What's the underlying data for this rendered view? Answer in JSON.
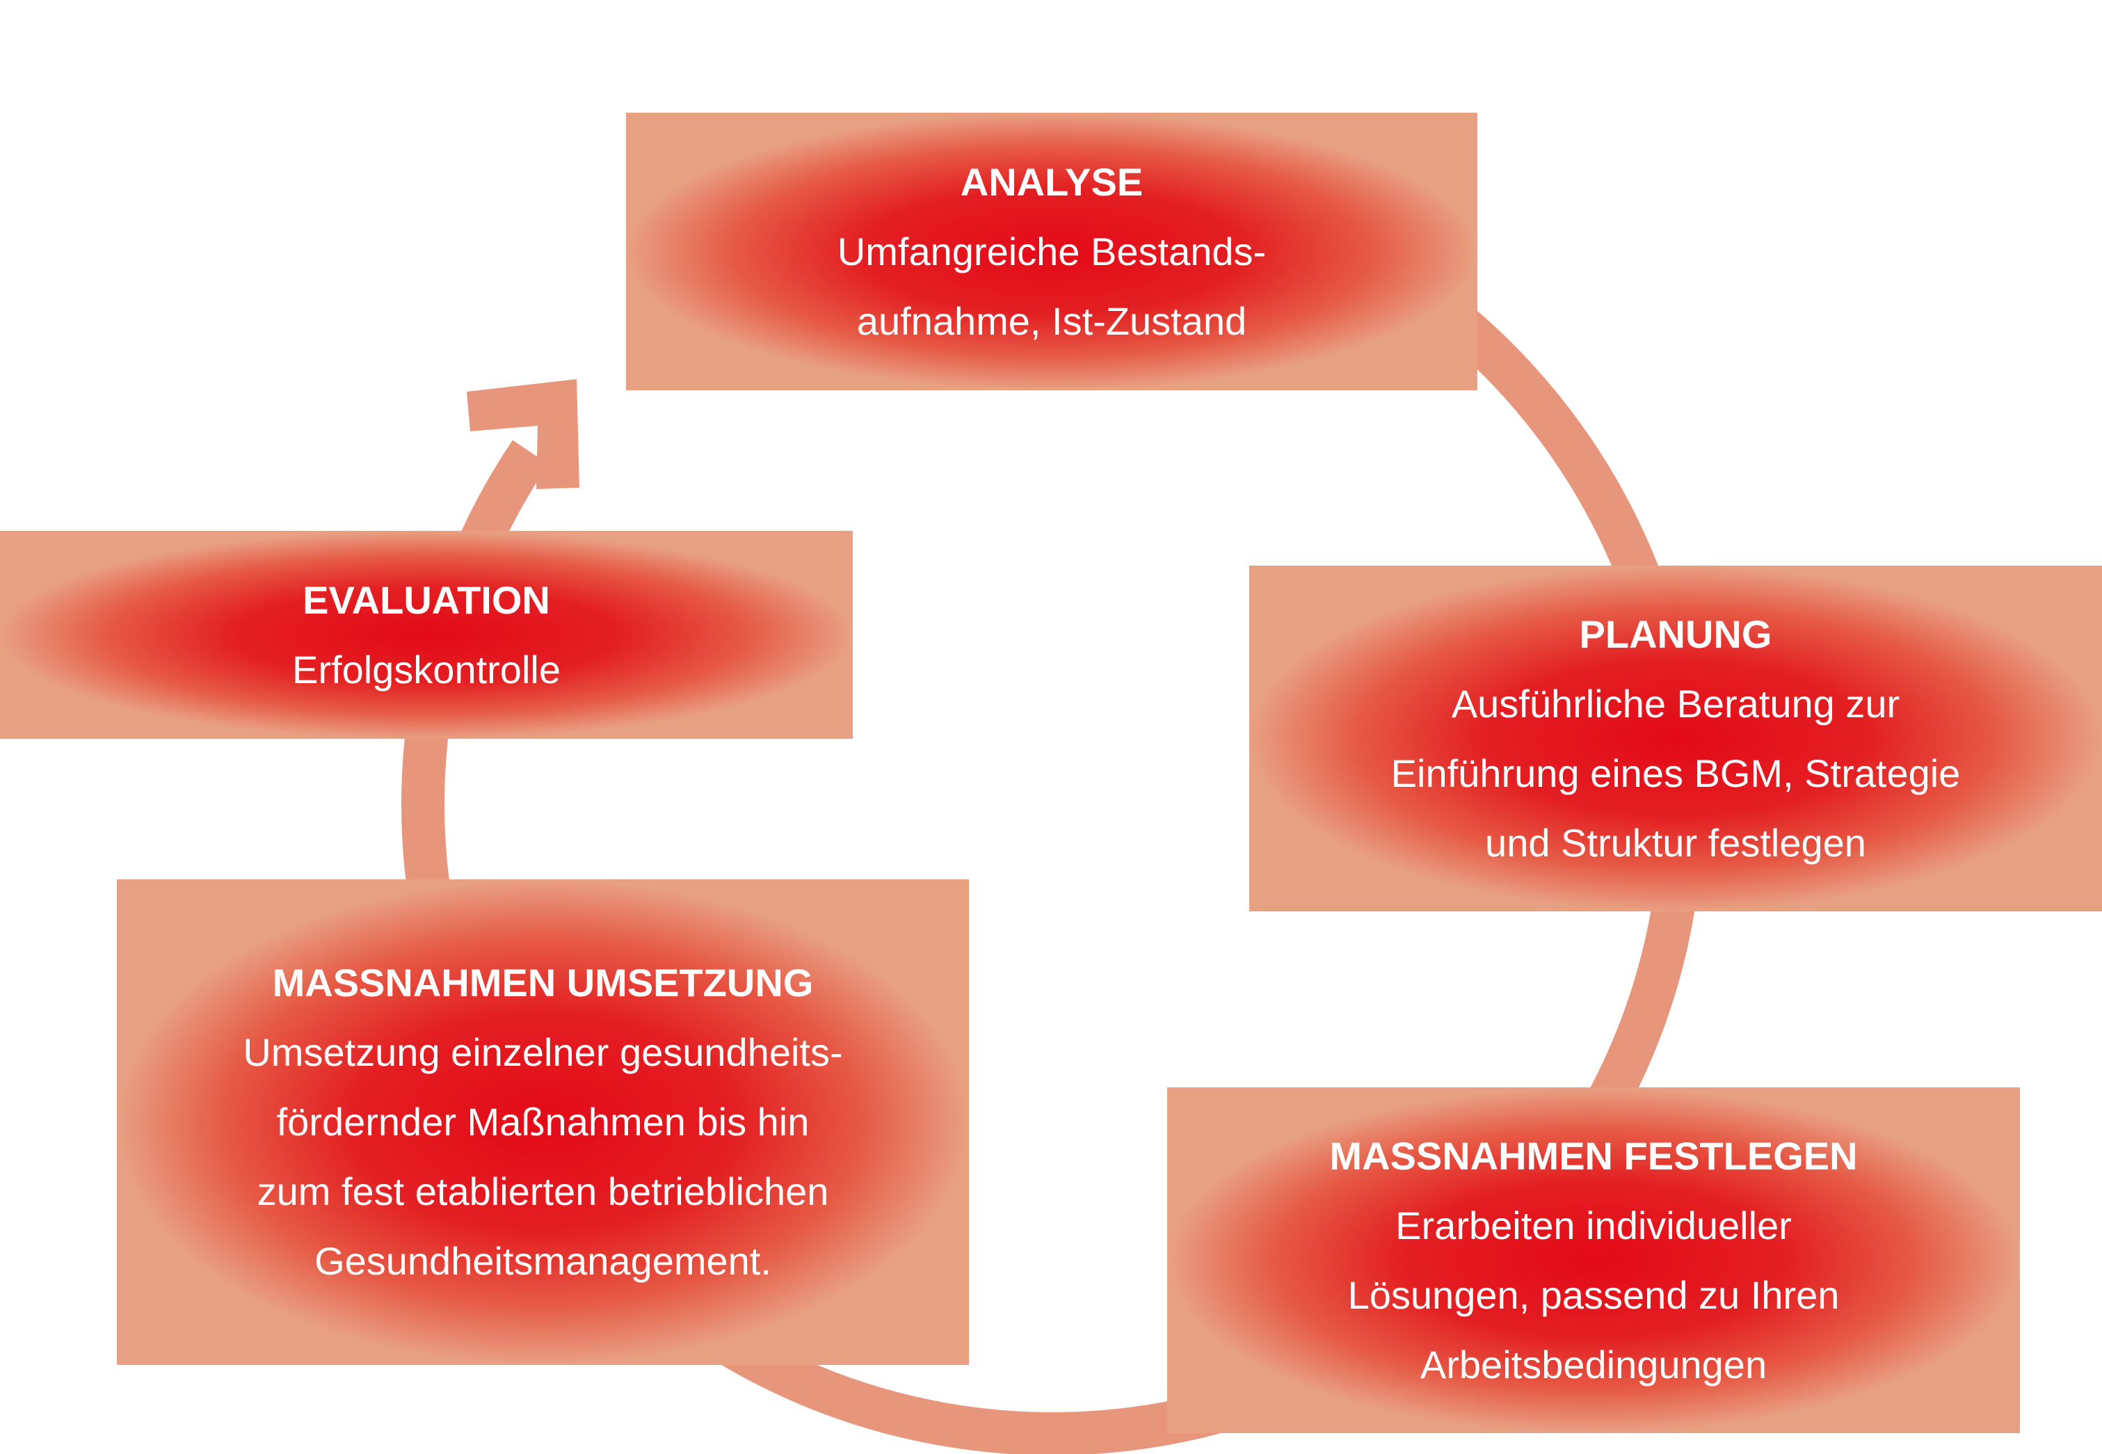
{
  "colors": {
    "arc": "#e8967b",
    "box_center": "#e30a18",
    "box_edge": "#e8a083"
  },
  "steps": [
    {
      "title": "ANALYSE",
      "lines": [
        "Umfangreiche Bestands-",
        "aufnahme, Ist-Zustand"
      ]
    },
    {
      "title": "PLANUNG",
      "lines": [
        "Ausführliche Beratung zur",
        "Einführung eines BGM, Strategie",
        "und Struktur festlegen"
      ]
    },
    {
      "title": "MASSNAHMEN FESTLEGEN",
      "lines": [
        "Erarbeiten individueller",
        "Lösungen, passend zu Ihren",
        "Arbeitsbedingungen"
      ]
    },
    {
      "title": "MASSNAHMEN UMSETZUNG",
      "lines": [
        "Umsetzung einzelner gesundheits-",
        "fördernder Maßnahmen bis hin",
        "zum fest etablierten betrieblichen",
        "Gesundheitsmanagement."
      ]
    },
    {
      "title": "EVALUATION",
      "lines": [
        "Erfolgskontrolle"
      ]
    }
  ]
}
